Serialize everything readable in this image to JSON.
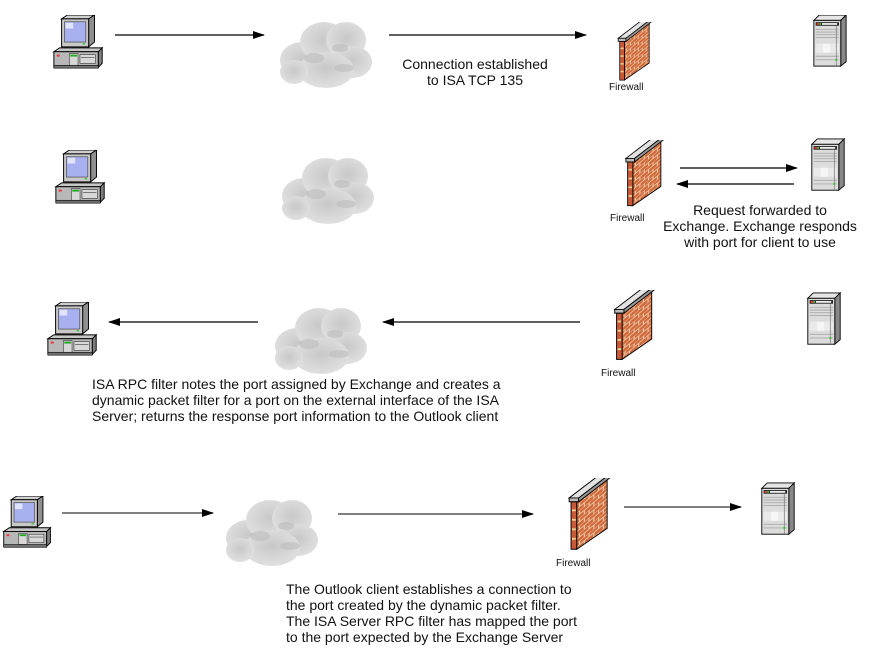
{
  "diagram": {
    "type": "network-flow",
    "steps": [
      {
        "id": 1,
        "caption_lines": [
          "Connection established",
          "to ISA TCP 135"
        ],
        "firewall_label": "Firewall",
        "arrows": [
          "client-to-cloud",
          "cloud-to-firewall"
        ]
      },
      {
        "id": 2,
        "caption_lines": [
          "Request forwarded to",
          "Exchange. Exchange responds",
          "with port for client to use"
        ],
        "firewall_label": "Firewall",
        "arrows": [
          "firewall-to-server",
          "server-to-firewall"
        ]
      },
      {
        "id": 3,
        "caption_lines": [
          "ISA RPC filter notes the port assigned by Exchange and creates a",
          "dynamic packet filter for a port on the external interface of the ISA",
          "Server; returns the response port information to the Outlook client"
        ],
        "firewall_label": "Firewall",
        "arrows": [
          "firewall-to-cloud",
          "cloud-to-client"
        ]
      },
      {
        "id": 4,
        "caption_lines": [
          "The Outlook client establishes a connection to",
          "the port created by the dynamic packet filter.",
          "The ISA Server RPC filter has mapped the port",
          "to the port expected by the Exchange Server"
        ],
        "firewall_label": "Firewall",
        "arrows": [
          "client-to-cloud",
          "cloud-to-firewall",
          "firewall-to-server"
        ]
      }
    ],
    "icons": {
      "client": "desktop-computer-icon",
      "cloud": "internet-cloud-icon",
      "firewall": "brick-firewall-icon",
      "server": "tower-server-icon"
    },
    "colors": {
      "brick": "#d2683a",
      "mortar": "#e8c9a8",
      "cap": "#e0e0e0",
      "cloud": "#d8d8d8",
      "screen": "#a8b0f0",
      "arrow": "#000000"
    }
  }
}
